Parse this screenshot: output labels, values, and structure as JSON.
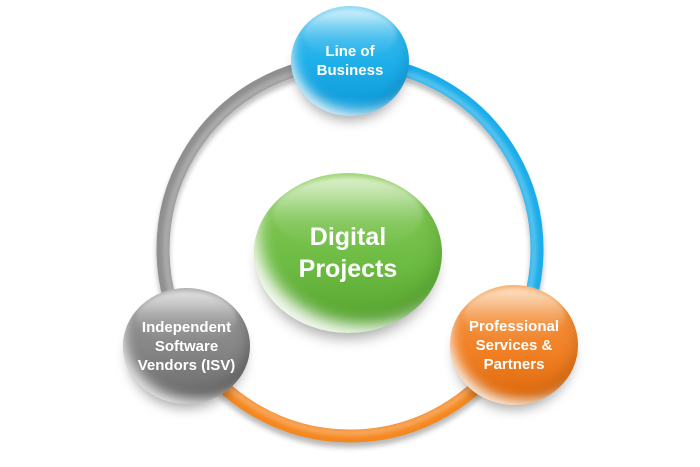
{
  "diagram": {
    "type": "cycle-diagram",
    "background_color": "#ffffff",
    "text_color": "#ffffff",
    "center": {
      "label": "Digital\nProjects",
      "color": "#6cbb42"
    },
    "nodes": {
      "top": {
        "label": "Line of\nBusiness",
        "color": "#1fb0ea"
      },
      "bottom_left": {
        "label": "Independent\nSoftware\nVendors (ISV)",
        "color": "#838383"
      },
      "bottom_right": {
        "label": "Professional\nServices &\nPartners",
        "color": "#f07f24"
      }
    },
    "ring": {
      "segments": [
        {
          "name": "left",
          "color": "#8f8f8f"
        },
        {
          "name": "right",
          "color": "#1badea"
        },
        {
          "name": "bottom",
          "color": "#f5871f"
        }
      ]
    }
  }
}
